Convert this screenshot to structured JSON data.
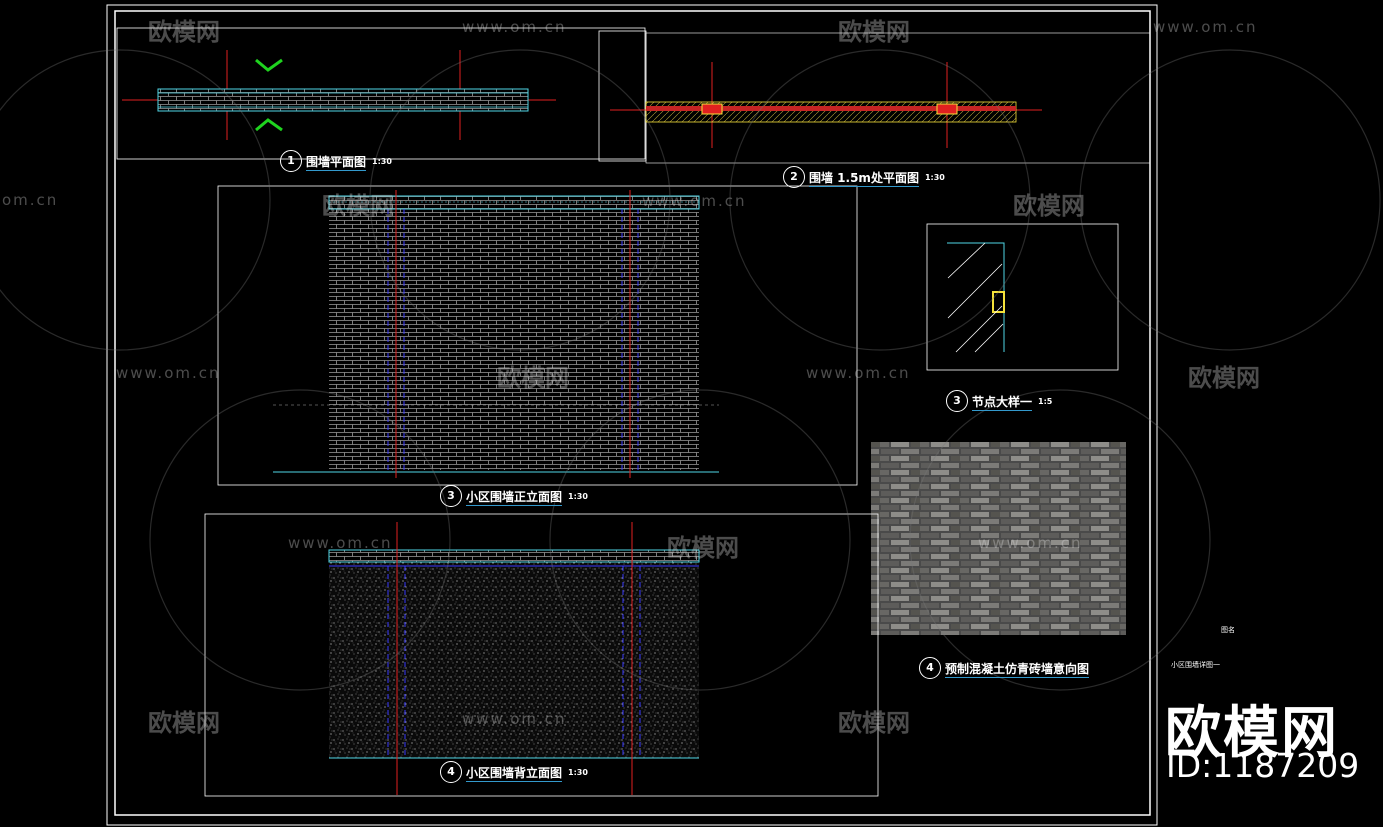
{
  "drawing": {
    "views": [
      {
        "num": "1",
        "title": "围墙平面图",
        "scale": "1:30"
      },
      {
        "num": "2",
        "title": "围墙 1.5m处平面图",
        "scale": "1:30"
      },
      {
        "num": "3",
        "title": "节点大样一",
        "scale": "1:5"
      },
      {
        "num": "3",
        "title": "小区围墙正立面图",
        "scale": "1:30"
      },
      {
        "num": "4",
        "title": "预制混凝土仿青砖墙意向图",
        "scale": ""
      },
      {
        "num": "4",
        "title": "小区围墙背立面图",
        "scale": "1:30"
      }
    ],
    "title_block": {
      "label": "图名",
      "sheet": "小区围墙详图一"
    }
  },
  "watermark": {
    "text": "欧模网",
    "url": "www.om.cn",
    "url_partial": "om.cn"
  },
  "brand": {
    "name": "欧模网",
    "id": "ID:1187209"
  },
  "colors": {
    "background": "#000000",
    "line": "#ffffff",
    "cyan": "#4fd6e6",
    "red": "#e02020",
    "blue": "#3b3bff",
    "green": "#1fd31f",
    "yellow": "#f5e23a"
  }
}
